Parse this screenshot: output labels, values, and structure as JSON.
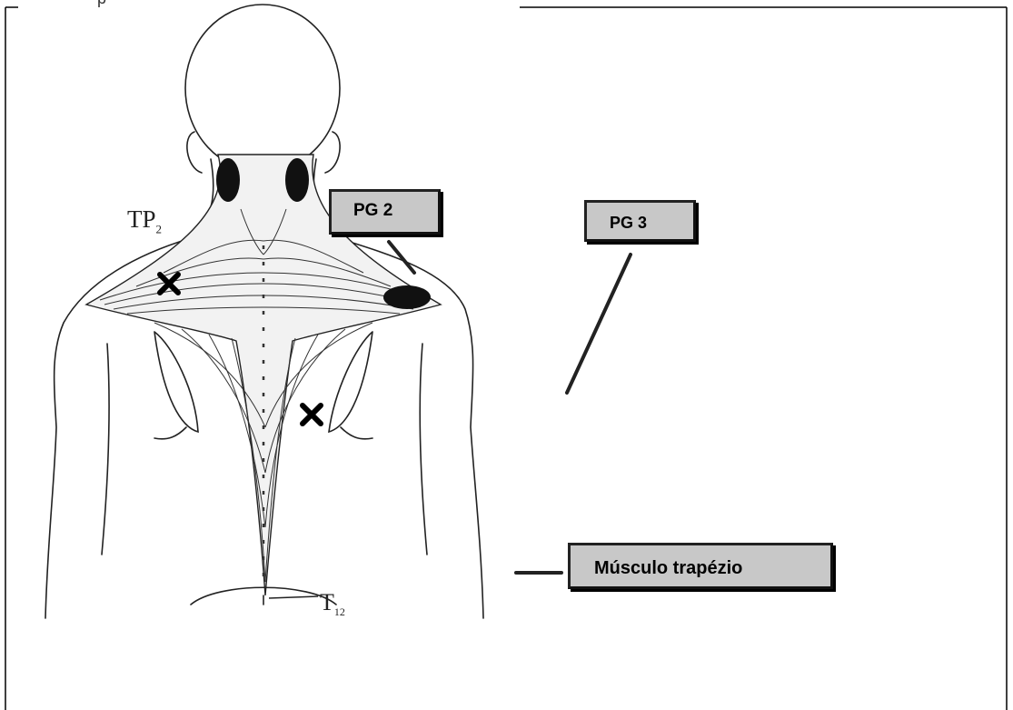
{
  "labels": {
    "pg2": "PG 2",
    "pg3": "PG 3",
    "trapezius": "Músculo trapézio",
    "tp2_base": "TP",
    "tp2_sub": "2",
    "t12_base": "T",
    "t12_sub": "12",
    "top_fragment": "p"
  },
  "colors": {
    "callout_fill": "#c8c8c8",
    "line": "#222222",
    "trigger_mark": "#000000"
  }
}
